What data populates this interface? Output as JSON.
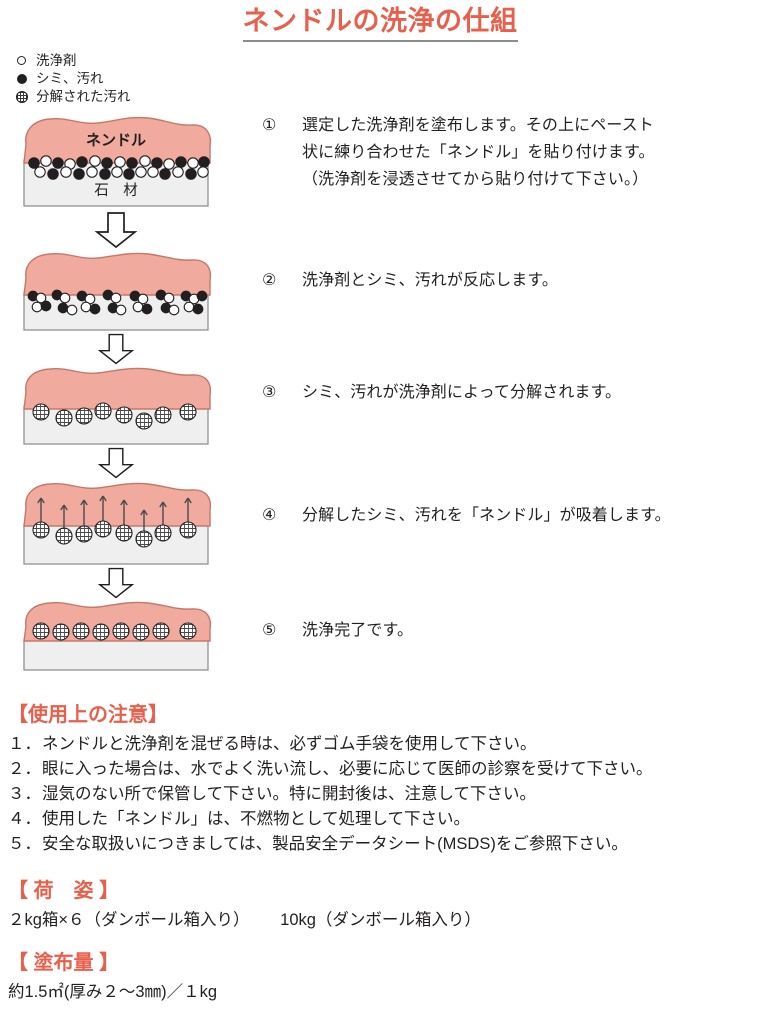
{
  "title": "ネンドルの洗浄の仕組",
  "colors": {
    "accent": "#e8604c",
    "nendle_fill": "#f0aa9e",
    "nendle_stroke": "#c4786c",
    "stone_fill": "#efefef",
    "stone_stroke": "#8a8a8a",
    "text": "#231f20"
  },
  "legend": {
    "items": [
      {
        "marker": "hollow-circle",
        "label": "洗浄剤"
      },
      {
        "marker": "solid-circle",
        "label": "シミ、汚れ"
      },
      {
        "marker": "hatched-circle",
        "label": "分解された汚れ"
      }
    ]
  },
  "diagram": {
    "nendle_label": "ネンドル",
    "stone_label": "石　材",
    "stages": [
      {
        "id": "stage-1",
        "particles": "alternating solid and hollow circles at interface"
      },
      {
        "id": "stage-2",
        "particles": "paired solid and hollow circles reacting"
      },
      {
        "id": "stage-3",
        "particles": "hatched circles (decomposed soil)"
      },
      {
        "id": "stage-4",
        "particles": "hatched circles with upward arrows"
      },
      {
        "id": "stage-5",
        "particles": "hatched circles absorbed into nendle layer"
      }
    ]
  },
  "steps": [
    {
      "num": "①",
      "text": "選定した洗浄剤を塗布します。その上にペースト\n状に練り合わせた「ネンドル」を貼り付けます。\n（洗浄剤を浸透させてから貼り付けて下さい。）"
    },
    {
      "num": "②",
      "text": "洗浄剤とシミ、汚れが反応します。"
    },
    {
      "num": "③",
      "text": "シミ、汚れが洗浄剤によって分解されます。"
    },
    {
      "num": "④",
      "text": "分解したシミ、汚れを「ネンドル」が吸着します。"
    },
    {
      "num": "⑤",
      "text": "洗浄完了です。"
    }
  ],
  "precautions": {
    "heading": "【使用上の注意】",
    "items": [
      {
        "num": "１．",
        "text": "ネンドルと洗浄剤を混ぜる時は、必ずゴム手袋を使用して下さい。"
      },
      {
        "num": "２．",
        "text": "眼に入った場合は、水でよく洗い流し、必要に応じて医師の診察を受けて下さい。"
      },
      {
        "num": "３．",
        "text": "湿気のない所で保管して下さい。特に開封後は、注意して下さい。"
      },
      {
        "num": "４．",
        "text": "使用した「ネンドル」は、不燃物として処理して下さい。"
      },
      {
        "num": "５．",
        "text": "安全な取扱いにつきましては、製品安全データシート(MSDS)をご参照下さい。"
      }
    ]
  },
  "packaging": {
    "heading": "【 荷　姿 】",
    "option_1": "２kg箱×６（ダンボール箱入り）",
    "option_2": "10kg（ダンボール箱入り）"
  },
  "coverage": {
    "heading": "【 塗布量 】",
    "value": "約1.5㎡(厚み２～3㎜)／１kg"
  }
}
